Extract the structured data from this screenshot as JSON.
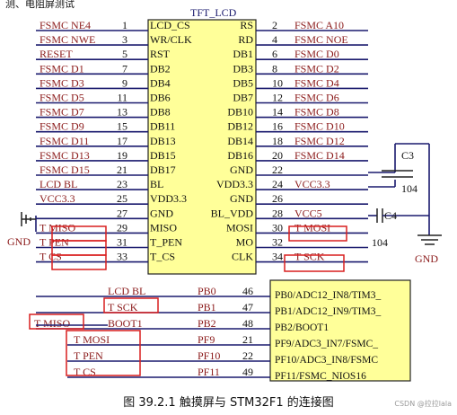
{
  "title_fragment": "测、电阻屏测试",
  "chip_title": "TFT_LCD",
  "left_pins": [
    {
      "net": "FSMC_NE4",
      "num": "1",
      "name": "LCD_CS"
    },
    {
      "net": "FSMC_NWE",
      "num": "3",
      "name": "WR/CLK"
    },
    {
      "net": "RESET",
      "num": "5",
      "name": "RST"
    },
    {
      "net": "FSMC_D1",
      "num": "7",
      "name": "DB2"
    },
    {
      "net": "FSMC_D3",
      "num": "9",
      "name": "DB4"
    },
    {
      "net": "FSMC_D5",
      "num": "11",
      "name": "DB6"
    },
    {
      "net": "FSMC_D7",
      "num": "13",
      "name": "DB8"
    },
    {
      "net": "FSMC_D9",
      "num": "15",
      "name": "DB11"
    },
    {
      "net": "FSMC_D11",
      "num": "17",
      "name": "DB13"
    },
    {
      "net": "FSMC_D13",
      "num": "19",
      "name": "DB15"
    },
    {
      "net": "FSMC_D15",
      "num": "21",
      "name": "DB17"
    },
    {
      "net": "LCD_BL",
      "num": "23",
      "name": "BL"
    },
    {
      "net": "VCC3.3",
      "num": "25",
      "name": "VDD3.3"
    },
    {
      "net": "",
      "num": "27",
      "name": "GND"
    },
    {
      "net": "T_MISO",
      "num": "29",
      "name": "MISO"
    },
    {
      "net": "T_PEN",
      "num": "31",
      "name": "T_PEN"
    },
    {
      "net": "T_CS",
      "num": "33",
      "name": "T_CS"
    }
  ],
  "right_pins": [
    {
      "name": "RS",
      "num": "2",
      "net": "FSMC_A10"
    },
    {
      "name": "RD",
      "num": "4",
      "net": "FSMC_NOE"
    },
    {
      "name": "DB1",
      "num": "6",
      "net": "FSMC_D0"
    },
    {
      "name": "DB3",
      "num": "8",
      "net": "FSMC_D2"
    },
    {
      "name": "DB5",
      "num": "10",
      "net": "FSMC_D4"
    },
    {
      "name": "DB7",
      "num": "12",
      "net": "FSMC_D6"
    },
    {
      "name": "DB10",
      "num": "14",
      "net": "FSMC_D8"
    },
    {
      "name": "DB12",
      "num": "16",
      "net": "FSMC_D10"
    },
    {
      "name": "DB14",
      "num": "18",
      "net": "FSMC_D12"
    },
    {
      "name": "DB16",
      "num": "20",
      "net": "FSMC_D14"
    },
    {
      "name": "GND",
      "num": "22",
      "net": ""
    },
    {
      "name": "VDD3.3",
      "num": "24",
      "net": "VCC3.3"
    },
    {
      "name": "GND",
      "num": "26",
      "net": ""
    },
    {
      "name": "BL_VDD",
      "num": "28",
      "net": "VCC5"
    },
    {
      "name": "MOSI",
      "num": "30",
      "net": "T_MOSI"
    },
    {
      "name": "MO",
      "num": "32",
      "net": ""
    },
    {
      "name": "CLK",
      "num": "34",
      "net": "T_SCK"
    }
  ],
  "caps": [
    {
      "ref": "C3",
      "value": "104"
    },
    {
      "ref": "C4",
      "value": "104"
    }
  ],
  "gnd_label": "GND",
  "mcu_rows": [
    {
      "tag": "",
      "net": "LCD_BL",
      "port": "PB0",
      "num": "46",
      "func": "PB0/ADC12_IN8/TIM3_"
    },
    {
      "tag": "",
      "net": "T_SCK",
      "port": "PB1",
      "num": "47",
      "func": "PB1/ADC12_IN9/TIM3_"
    },
    {
      "tag": "T_MISO",
      "net": "BOOT1",
      "port": "PB2",
      "num": "48",
      "func": "PB2/BOOT1"
    },
    {
      "tag": "",
      "net": "T_MOSI",
      "port": "PF9",
      "num": "21",
      "func": "PF9/ADC3_IN7/FSMC_"
    },
    {
      "tag": "",
      "net": "T_PEN",
      "port": "PF10",
      "num": "22",
      "func": "PF10/ADC3_IN8/FSMC"
    },
    {
      "tag": "",
      "net": "T_CS",
      "port": "PF11",
      "num": "49",
      "func": "PF11/FSMC_NIOS16"
    }
  ],
  "caption": "图 39.2.1 触摸屏与 STM32F1 的连接图",
  "watermark": "CSDN @拉拉lala",
  "colors": {
    "wire": "#1a1a6e",
    "net_text": "#8b1a1a",
    "highlight": "#d91f1f",
    "chip_fill": "#ffff99",
    "label": "#111111"
  }
}
